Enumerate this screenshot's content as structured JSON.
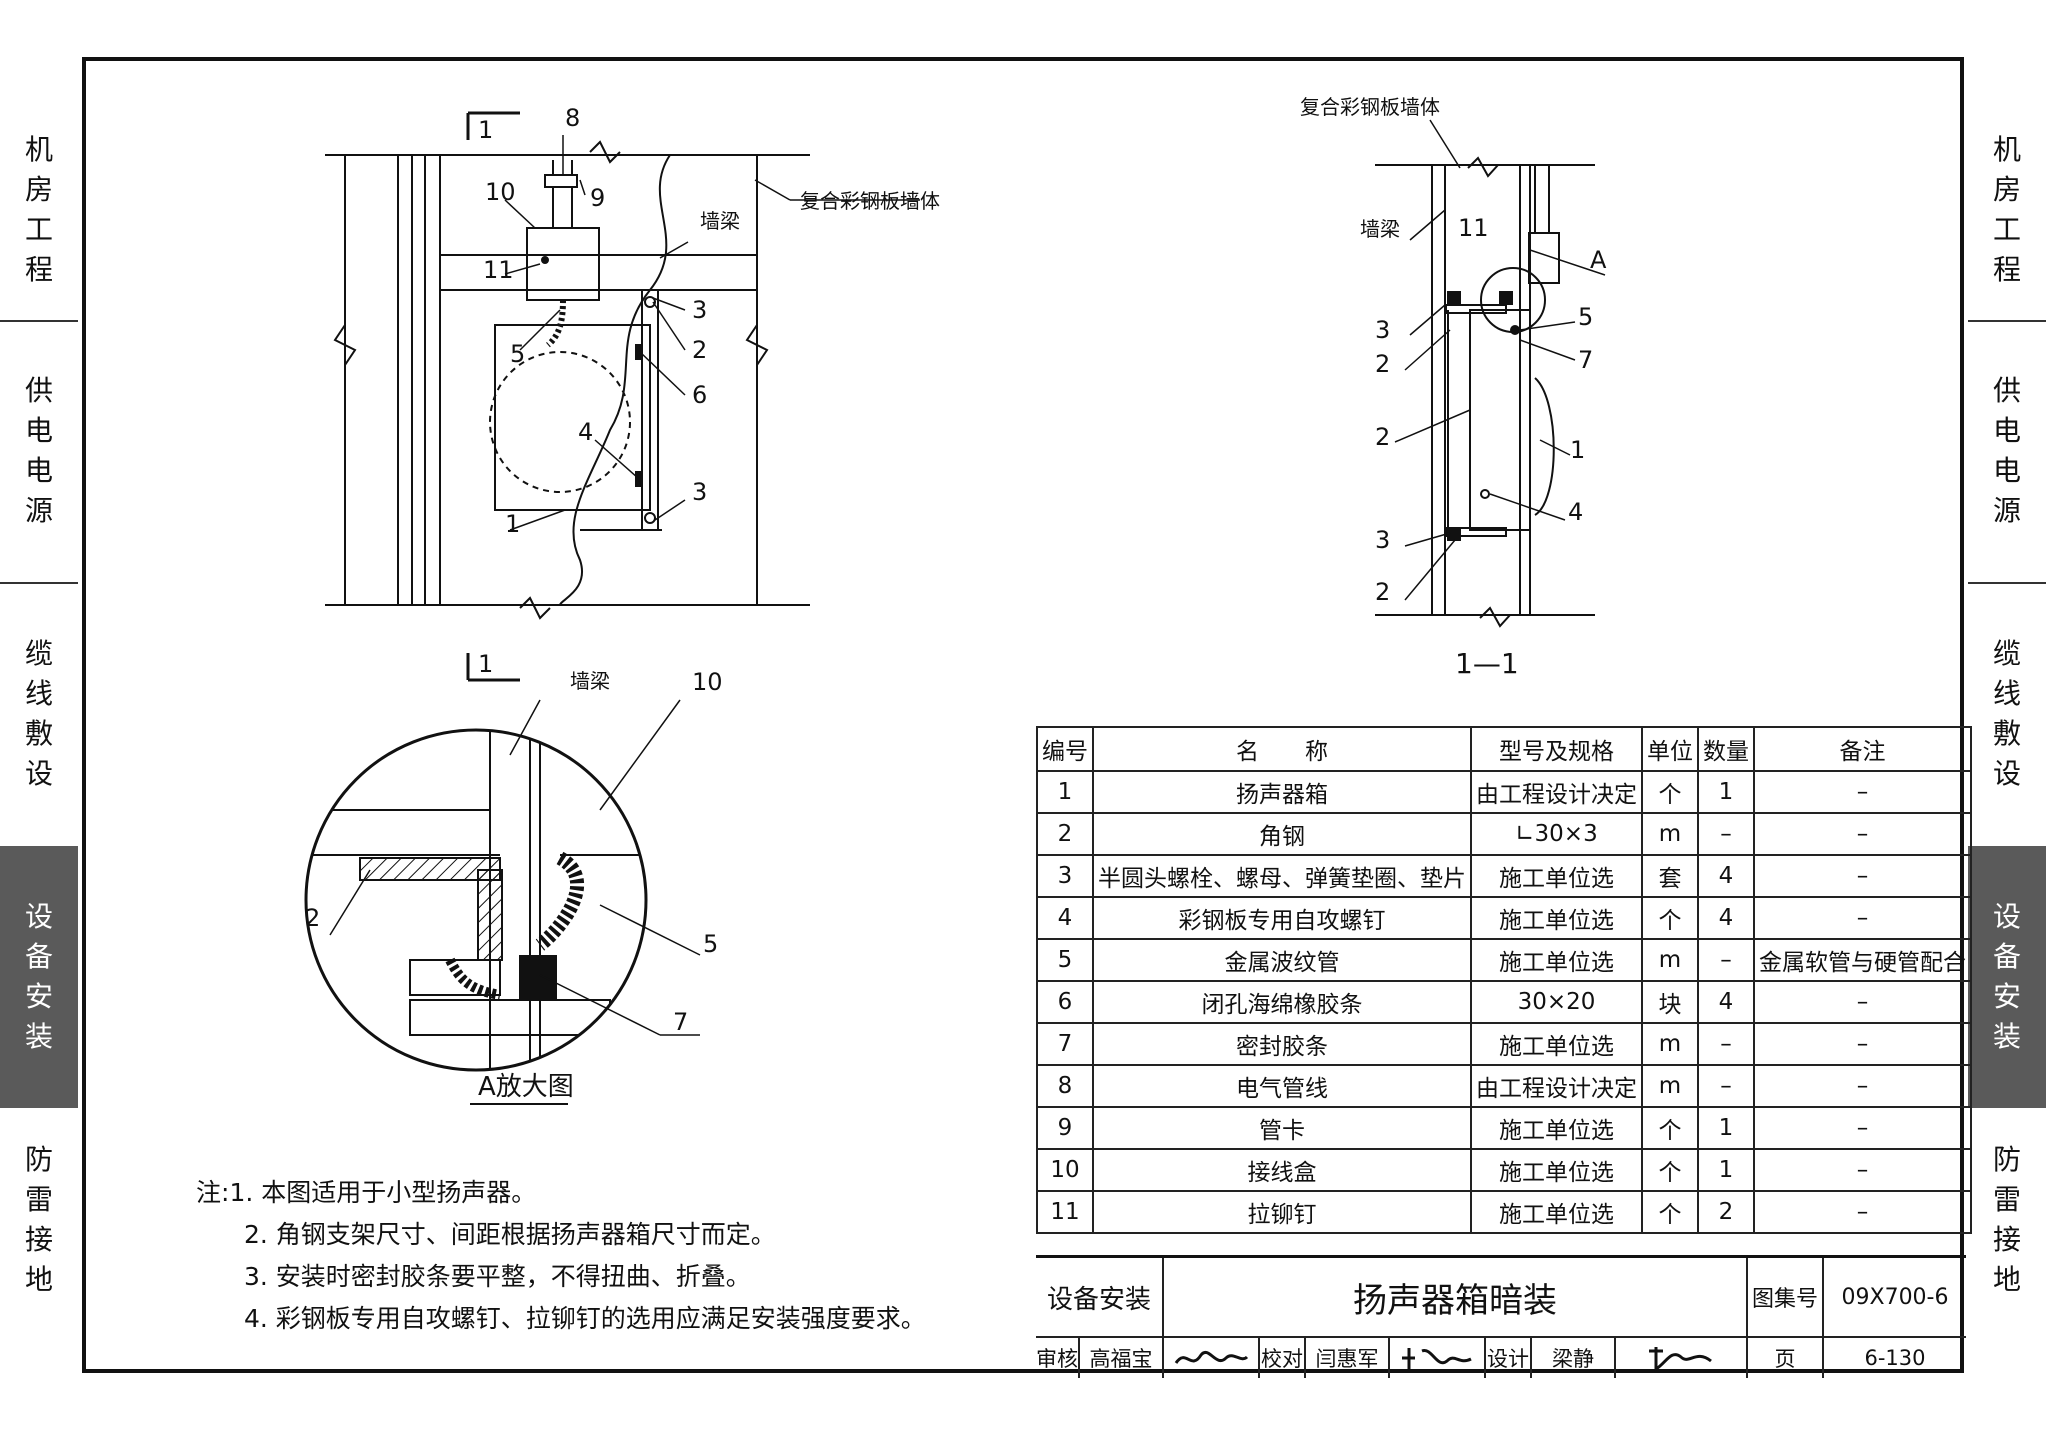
{
  "side_tabs": [
    "机房工程",
    "供电电源",
    "缆线敷设",
    "设备安装",
    "防雷接地"
  ],
  "active_side_tab": 3,
  "drawing": {
    "elevation": {
      "section_mark_top": "1",
      "section_mark_bottom": "1",
      "wall_label": "复合彩钢板墙体",
      "beam_label": "墙梁",
      "callouts": [
        "8",
        "9",
        "10",
        "11",
        "5",
        "3",
        "2",
        "6",
        "4",
        "3",
        "1"
      ]
    },
    "section": {
      "wall_label": "复合彩钢板墙体",
      "beam_label": "墙梁",
      "detail_mark": "A",
      "callouts": [
        "11",
        "3",
        "2",
        "5",
        "7",
        "2",
        "1",
        "4",
        "3",
        "2"
      ],
      "title": "1—1"
    },
    "detail": {
      "beam_label": "墙梁",
      "callouts": [
        "10",
        "2",
        "5",
        "7"
      ],
      "title": "A放大图"
    }
  },
  "parts_table": {
    "headers": [
      "编号",
      "名　　称",
      "型号及规格",
      "单位",
      "数量",
      "备注"
    ],
    "rows": [
      [
        "1",
        "扬声器箱",
        "由工程设计决定",
        "个",
        "1",
        "–"
      ],
      [
        "2",
        "角钢",
        "∟30×3",
        "m",
        "–",
        "–"
      ],
      [
        "3",
        "半圆头螺栓、螺母、弹簧垫圈、垫片",
        "施工单位选",
        "套",
        "4",
        "–"
      ],
      [
        "4",
        "彩钢板专用自攻螺钉",
        "施工单位选",
        "个",
        "4",
        "–"
      ],
      [
        "5",
        "金属波纹管",
        "施工单位选",
        "m",
        "–",
        "金属软管与硬管配合"
      ],
      [
        "6",
        "闭孔海绵橡胶条",
        "30×20",
        "块",
        "4",
        "–"
      ],
      [
        "7",
        "密封胶条",
        "施工单位选",
        "m",
        "–",
        "–"
      ],
      [
        "8",
        "电气管线",
        "由工程设计决定",
        "m",
        "–",
        "–"
      ],
      [
        "9",
        "管卡",
        "施工单位选",
        "个",
        "1",
        "–"
      ],
      [
        "10",
        "接线盒",
        "施工单位选",
        "个",
        "1",
        "–"
      ],
      [
        "11",
        "拉铆钉",
        "施工单位选",
        "个",
        "2",
        "–"
      ]
    ]
  },
  "notes": {
    "prefix": "注:",
    "items": [
      "1. 本图适用于小型扬声器。",
      "2. 角钢支架尺寸、间距根据扬声器箱尺寸而定。",
      "3. 安装时密封胶条要平整，不得扭曲、折叠。",
      "4. 彩钢板专用自攻螺钉、拉铆钉的选用应满足安装强度要求。"
    ]
  },
  "title_block": {
    "category": "设备安装",
    "title": "扬声器箱暗装",
    "atlas_label": "图集号",
    "atlas_no": "09X700-6",
    "review_label": "审核",
    "reviewer": "高福宝",
    "check_label": "校对",
    "checker": "闫惠军",
    "design_label": "设计",
    "designer": "梁静",
    "page_label": "页",
    "page_no": "6-130"
  }
}
